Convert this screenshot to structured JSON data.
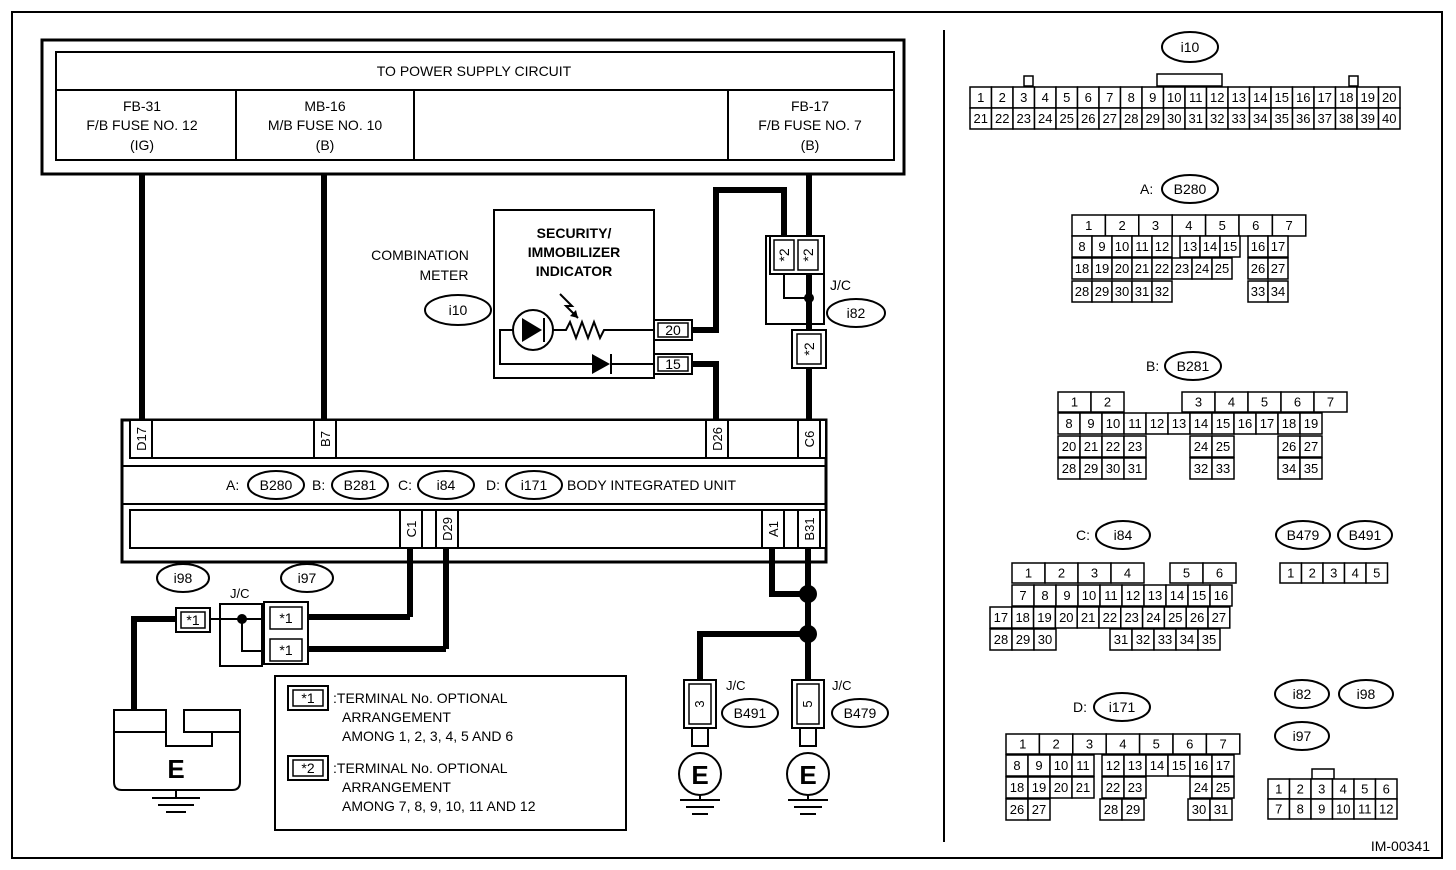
{
  "power": {
    "title": "TO POWER SUPPLY CIRCUIT",
    "fuses": [
      {
        "id": "FB-31",
        "name": "F/B FUSE NO. 12",
        "type": "(IG)"
      },
      {
        "id": "MB-16",
        "name": "M/B FUSE NO. 10",
        "type": "(B)"
      },
      {
        "id": "FB-17",
        "name": "F/B FUSE NO. 7",
        "type": "(B)"
      }
    ]
  },
  "meter": {
    "label_line1": "COMBINATION",
    "label_line2": "METER",
    "connector": "i10",
    "indicator_line1": "SECURITY/",
    "indicator_line2": "IMMOBILIZER",
    "indicator_line3": "INDICATOR",
    "pin_top": "20",
    "pin_bottom": "15"
  },
  "jc_upper": {
    "label": "J/C",
    "connector": "i82",
    "pin_left": "*2",
    "pin_right": "*2",
    "pin_lower": "*2"
  },
  "biu": {
    "title": "BODY INTEGRATED UNIT",
    "connectors": [
      {
        "letter": "A:",
        "code": "B280"
      },
      {
        "letter": "B:",
        "code": "B281"
      },
      {
        "letter": "C:",
        "code": "i84"
      },
      {
        "letter": "D:",
        "code": "i171"
      }
    ],
    "pins_top": [
      "D17",
      "B7",
      "D26",
      "C6"
    ],
    "pins_bottom": [
      "C1",
      "D29",
      "A1",
      "B31"
    ]
  },
  "jc_lower": {
    "label": "J/C",
    "left_connector": "i98",
    "right_connector": "i97",
    "left_pin": "*1",
    "right_pin_top": "*1",
    "right_pin_bottom": "*1"
  },
  "grounds": [
    {
      "label": "E"
    },
    {
      "label": "E",
      "pin": "3",
      "jc": "J/C",
      "connector": "B491"
    },
    {
      "label": "E",
      "pin": "5",
      "jc": "J/C",
      "connector": "B479"
    }
  ],
  "notes": [
    {
      "mark": "*1",
      "line1": ":TERMINAL No. OPTIONAL",
      "line2": "ARRANGEMENT",
      "line3": "AMONG 1, 2, 3, 4, 5 AND 6"
    },
    {
      "mark": "*2",
      "line1": ":TERMINAL No. OPTIONAL",
      "line2": "ARRANGEMENT",
      "line3": "AMONG 7, 8, 9, 10, 11 AND 12"
    }
  ],
  "connector_views": {
    "i10": {
      "label": "i10",
      "row1": [
        "1",
        "2",
        "3",
        "4",
        "5",
        "6",
        "7",
        "8",
        "9",
        "10",
        "11",
        "12",
        "13",
        "14",
        "15",
        "16",
        "17",
        "18",
        "19",
        "20"
      ],
      "row2": [
        "21",
        "22",
        "23",
        "24",
        "25",
        "26",
        "27",
        "28",
        "29",
        "30",
        "31",
        "32",
        "33",
        "34",
        "35",
        "36",
        "37",
        "38",
        "39",
        "40"
      ]
    },
    "B280": {
      "prefix": "A:",
      "label": "B280",
      "rows": [
        [
          "1",
          "2",
          "3",
          "4",
          "5",
          "6",
          "7"
        ],
        [
          "8",
          "9",
          "10",
          "11",
          "12",
          "13",
          "14",
          "15",
          "16",
          "17"
        ],
        [
          "18",
          "19",
          "20",
          "21",
          "22",
          "23",
          "24",
          "25",
          "26",
          "27"
        ],
        [
          "28",
          "29",
          "30",
          "31",
          "32",
          "33",
          "34"
        ]
      ]
    },
    "B281": {
      "prefix": "B:",
      "label": "B281",
      "rows": [
        [
          "1",
          "2",
          "3",
          "4",
          "5",
          "6",
          "7"
        ],
        [
          "8",
          "9",
          "10",
          "11",
          "12",
          "13",
          "14",
          "15",
          "16",
          "17",
          "18",
          "19"
        ],
        [
          "20",
          "21",
          "22",
          "23",
          "24",
          "25",
          "26",
          "27"
        ],
        [
          "28",
          "29",
          "30",
          "31",
          "32",
          "33",
          "34",
          "35"
        ]
      ]
    },
    "i84": {
      "prefix": "C:",
      "label": "i84",
      "rows": [
        [
          "1",
          "2",
          "3",
          "4",
          "5",
          "6"
        ],
        [
          "7",
          "8",
          "9",
          "10",
          "11",
          "12",
          "13",
          "14",
          "15",
          "16"
        ],
        [
          "17",
          "18",
          "19",
          "20",
          "21",
          "22",
          "23",
          "24",
          "25",
          "26",
          "27"
        ],
        [
          "28",
          "29",
          "30",
          "31",
          "32",
          "33",
          "34",
          "35"
        ]
      ]
    },
    "i171": {
      "prefix": "D:",
      "label": "i171",
      "rows": [
        [
          "1",
          "2",
          "3",
          "4",
          "5",
          "6",
          "7"
        ],
        [
          "8",
          "9",
          "10",
          "11",
          "12",
          "13",
          "14",
          "15",
          "16",
          "17"
        ],
        [
          "18",
          "19",
          "20",
          "21",
          "22",
          "23",
          "24",
          "25"
        ],
        [
          "26",
          "27",
          "28",
          "29",
          "30",
          "31"
        ]
      ]
    },
    "B479_B491": {
      "labels": [
        "B479",
        "B491"
      ],
      "pins": [
        "1",
        "2",
        "3",
        "4",
        "5"
      ]
    },
    "i82_i98_i97": {
      "labels": [
        "i82",
        "i98",
        "i97"
      ],
      "row1": [
        "1",
        "2",
        "3",
        "4",
        "5",
        "6"
      ],
      "row2": [
        "7",
        "8",
        "9",
        "10",
        "11",
        "12"
      ]
    }
  },
  "footer_code": "IM-00341"
}
